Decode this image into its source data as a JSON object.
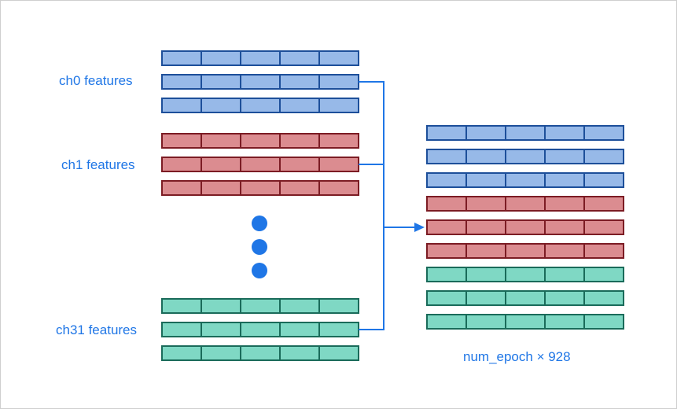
{
  "labels": {
    "ch0": "ch0 features",
    "ch1": "ch1 features",
    "ch31": "ch31 features",
    "output": "num_epoch × 928"
  },
  "colors": {
    "blue_fill": "#97b9e8",
    "blue_stroke": "#1d4f9a",
    "red_fill": "#db8c90",
    "red_stroke": "#7c1c24",
    "teal_fill": "#7fd8c4",
    "teal_stroke": "#1a6b5a",
    "accent": "#1f76e6",
    "connector": "#1f76e6"
  },
  "groups": [
    {
      "id": "ch0",
      "color": "blue",
      "rows": 3,
      "segments": 5
    },
    {
      "id": "ch1",
      "color": "red",
      "rows": 3,
      "segments": 5
    },
    {
      "id": "ch31",
      "color": "teal",
      "rows": 3,
      "segments": 5
    }
  ],
  "output_rows": [
    "blue",
    "blue",
    "blue",
    "red",
    "red",
    "red",
    "teal",
    "teal",
    "teal"
  ],
  "ellipsis_dots": 3
}
